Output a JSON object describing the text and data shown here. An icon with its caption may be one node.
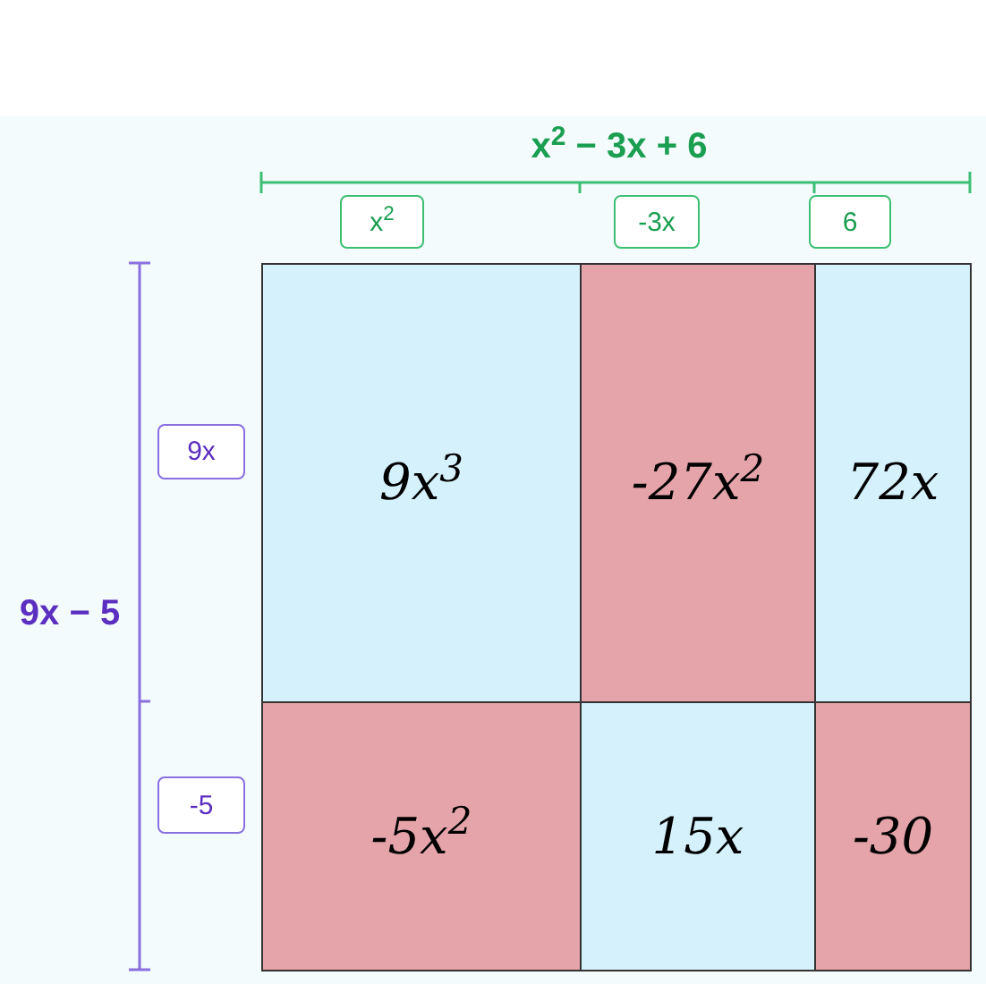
{
  "diagram": {
    "nodes": [
      {
        "text": [
          "x$^{2}$"
        ]
      },
      {
        "text": [
          "-3x"
        ]
      },
      {
        "text": [
          "6"
        ]
      },
      {
        "text": [
          "9x"
        ]
      },
      {
        "text": [
          "-5"
        ]
      },
      {
        "text": [
          "9x$^{3}$"
        ]
      },
      {
        "text": [
          "-27x$^{2}$"
        ]
      },
      {
        "text": [
          "72x"
        ]
      },
      {
        "text": [
          "-5x$^{2}$"
        ]
      },
      {
        "text": [
          "15x"
        ]
      },
      {
        "text": [
          "-30"
        ]
      }
    ],
    "labels": [
      "x$^{2}$ − 3x + 6",
      "9x − 5"
    ]
  }
}
